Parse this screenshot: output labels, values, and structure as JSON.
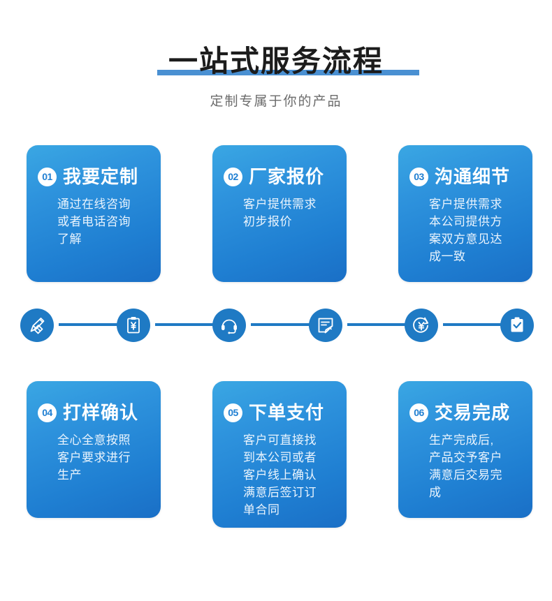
{
  "header": {
    "title": "一站式服务流程",
    "subtitle": "定制专属于你的产品",
    "accent_color": "#4a90d2",
    "title_color": "#1c1c1c",
    "subtitle_color": "#6b6b6b"
  },
  "theme": {
    "card_gradient_start": "#3aa7e3",
    "card_gradient_end": "#1a6fc6",
    "node_color": "#1f7ac4",
    "connector_color": "#1f7ac4",
    "badge_bg": "#ffffff",
    "badge_text_color": "#1f7fd2",
    "card_title_color": "#ffffff",
    "card_body_color": "#eaf4fd"
  },
  "steps": [
    {
      "number": "01",
      "title": "我要定制",
      "body_lines": [
        "通过在线咨询",
        "或者电话咨询",
        "了解"
      ]
    },
    {
      "number": "02",
      "title": "厂家报价",
      "body_lines": [
        "客户提供需求",
        "初步报价"
      ]
    },
    {
      "number": "03",
      "title": "沟通细节",
      "body_lines": [
        "客户提供需求",
        "本公司提供方",
        "案双方意见达",
        "成一致"
      ]
    },
    {
      "number": "04",
      "title": "打样确认",
      "body_lines": [
        "全心全意按照",
        "客户要求进行",
        "生产"
      ]
    },
    {
      "number": "05",
      "title": "下单支付",
      "body_lines": [
        "客户可直接找",
        "到本公司或者",
        "客户线上确认",
        "满意后签订订",
        "单合同"
      ]
    },
    {
      "number": "06",
      "title": "交易完成",
      "body_lines": [
        "生产完成后,",
        "产品交予客户",
        "满意后交易完",
        "成"
      ]
    }
  ],
  "process_nodes": [
    {
      "icon": "pencil-ruler-icon"
    },
    {
      "icon": "clipboard-yen-icon"
    },
    {
      "icon": "headset-icon"
    },
    {
      "icon": "document-pen-icon"
    },
    {
      "icon": "yen-refresh-icon"
    },
    {
      "icon": "clipboard-check-icon"
    }
  ]
}
